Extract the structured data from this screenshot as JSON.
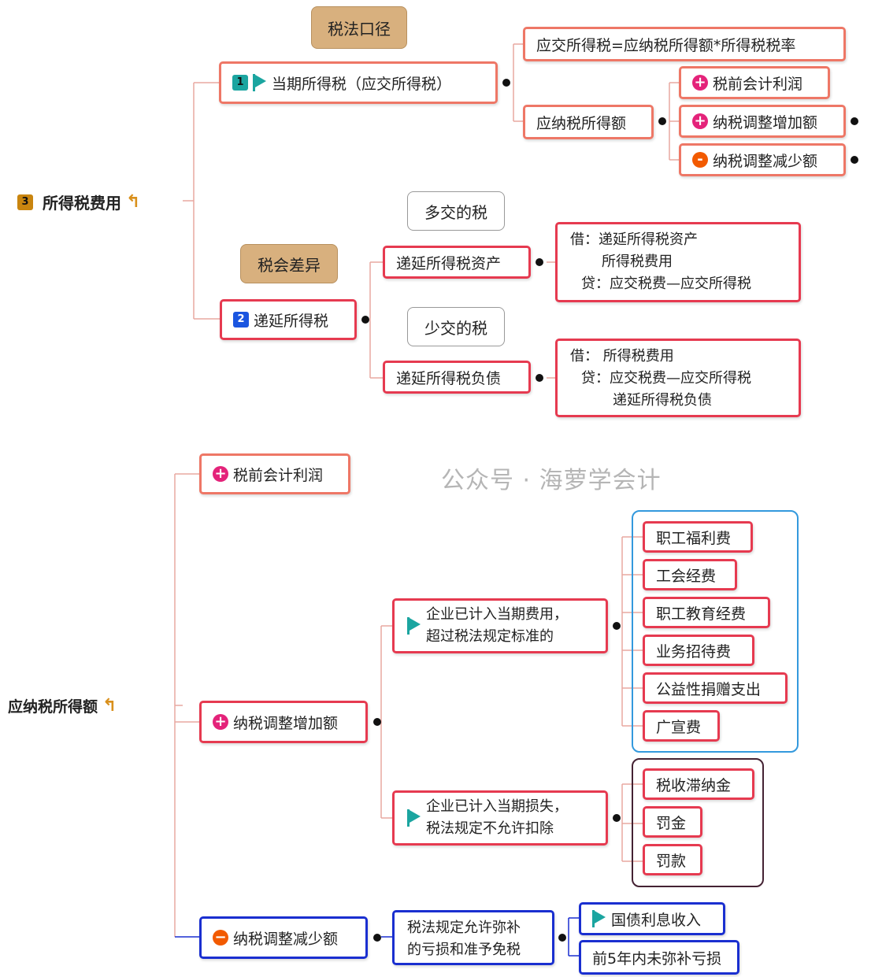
{
  "top": {
    "root": {
      "badge": "3",
      "label": "所得税费用"
    },
    "callout_tax_law": "税法口径",
    "current_tax": {
      "badge": "1",
      "label": "当期所得税（应交所得税）"
    },
    "formula": "应交所得税=应纳税所得额*所得税税率",
    "taxable_income": "应纳税所得额",
    "components": [
      {
        "sign": "+",
        "label": "税前会计利润"
      },
      {
        "sign": "+",
        "label": "纳税调整增加额"
      },
      {
        "sign": "-",
        "label": "纳税调整减少额"
      }
    ],
    "callout_diff": "税会差异",
    "deferred_tax": {
      "badge": "2",
      "label": "递延所得税"
    },
    "callout_more": "多交的税",
    "dta": "递延所得税资产",
    "dta_entry": [
      "借：递延所得税资产",
      "所得税费用",
      "贷：应交税费—应交所得税"
    ],
    "callout_less": "少交的税",
    "dtl": "递延所得税负债",
    "dtl_entry": [
      "借： 所得税费用",
      "贷：应交税费—应交所得税",
      "递延所得税负债"
    ]
  },
  "bottom": {
    "root": "应纳税所得额",
    "pretax": "税前会计利润",
    "increase": "纳税调整增加额",
    "decrease": "纳税调整减少额",
    "expense_over": [
      "企业已计入当期费用，",
      "超过税法规定标准的"
    ],
    "expense_items": [
      "职工福利费",
      "工会经费",
      "职工教育经费",
      "业务招待费",
      "公益性捐赠支出",
      "广宣费"
    ],
    "loss_disallowed": [
      "企业已计入当期损失，",
      "税法规定不允许扣除"
    ],
    "loss_items": [
      "税收滞纳金",
      "罚金",
      "罚款"
    ],
    "allowed": [
      "税法规定允许弥补",
      "的亏损和准予免税"
    ],
    "allowed_items": [
      "国债利息收入",
      "前5年内未弥补亏损"
    ]
  },
  "watermark": "公众号 · 海萝学会计"
}
